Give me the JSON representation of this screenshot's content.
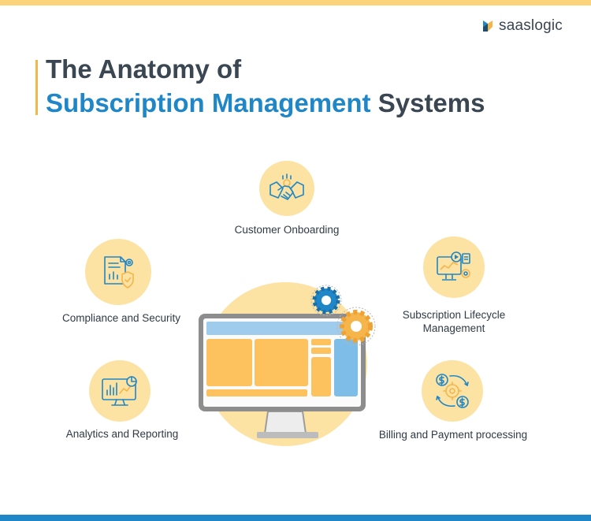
{
  "brand": {
    "name": "saaslogic",
    "logo_icon": "saaslogic-logo-icon"
  },
  "title": {
    "line1": "The Anatomy of",
    "line2_highlight": "Subscription Management",
    "line2_rest": " Systems"
  },
  "features": {
    "onboarding": {
      "label": "Customer Onboarding",
      "icon": "handshake-icon"
    },
    "lifecycle": {
      "label_line1": "Subscription Lifecycle",
      "label_line2": "Management",
      "icon": "monitor-subscription-icon"
    },
    "compliance": {
      "label": "Compliance and Security",
      "icon": "document-shield-icon"
    },
    "analytics": {
      "label": "Analytics and Reporting",
      "icon": "analytics-monitor-icon"
    },
    "billing": {
      "label": "Billing and Payment processing",
      "icon": "billing-cycle-icon"
    }
  },
  "colors": {
    "brand_blue": "#1f86c7",
    "heading_dark": "#3a4651",
    "accent_yellow": "#fcd27a",
    "circle_fill": "#fce3a4",
    "orange_accent": "#f6b54a"
  }
}
